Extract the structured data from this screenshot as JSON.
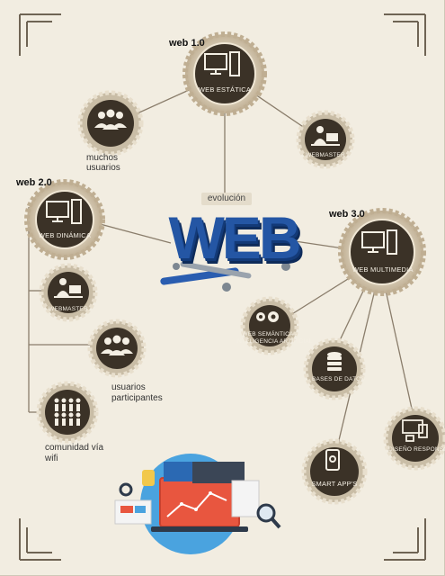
{
  "eras": {
    "web1": "web 1.0",
    "web2": "web 2.0",
    "web3": "web 3.0"
  },
  "center": {
    "tag": "evolución",
    "word": "WEB"
  },
  "nodes": {
    "web_estatica": "WEB ESTÁTICA",
    "web_dinamica": "WEB DINÁMICA",
    "web_multimedia": "WEB MULTIMEDIA",
    "webmaster_1": "WEBMASTER",
    "webmaster_2": "WEBMASTER",
    "semantica_line1": "WEB SEMÁNTICA -",
    "semantica_line2": "INTELIGENCIA ARTIFICIAL",
    "bases_datos": "BASES DE DATOS",
    "smart_apps": "SMART APP'S",
    "responsive": "DISEÑO RESPONSIVE"
  },
  "captions": {
    "muchos_line1": "muchos",
    "muchos_line2": "usuarios",
    "participantes_line1": "usuarios",
    "participantes_line2": "participantes",
    "comunidad_line1": "comunidad vía",
    "comunidad_line2": "wifi"
  },
  "colors": {
    "background": "#f2ede1",
    "badge_ring": "#d8cdb8",
    "badge_fill": "#3b3227",
    "outer_badge_fill": "#c9bda6",
    "line": "#8a7d6b",
    "web_blue": "#2456a4"
  },
  "icons": [
    "monitor-tower-icon",
    "people-group-icon",
    "person-laptop-icon",
    "database-icon",
    "smartphone-gear-icon",
    "responsive-devices-icon",
    "brain-gears-icon",
    "analytics-laptop-icon",
    "wrench-icon"
  ]
}
